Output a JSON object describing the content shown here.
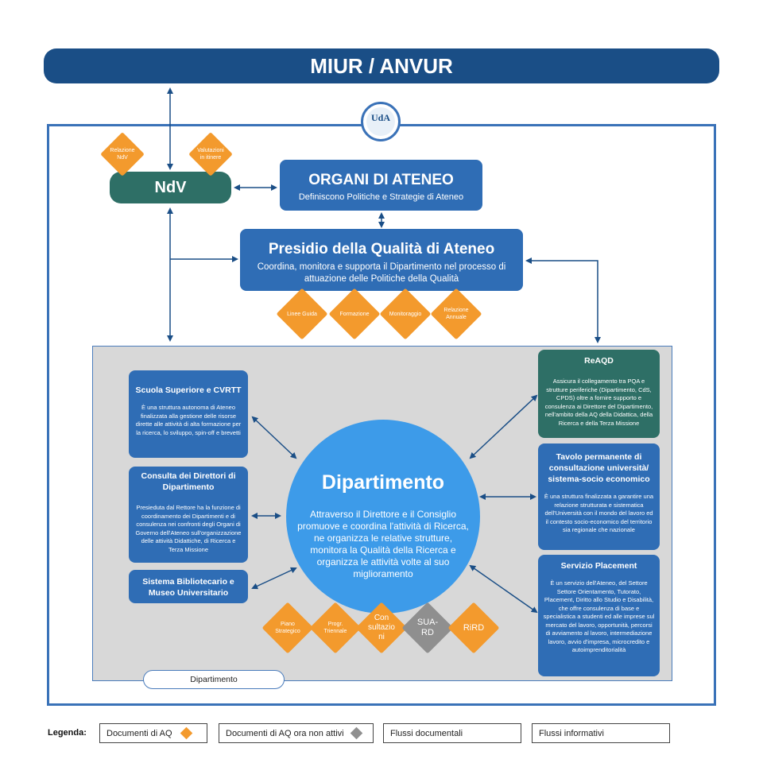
{
  "header": {
    "title": "MIUR / ANVUR"
  },
  "logo": {
    "text": "UdA"
  },
  "ndv": {
    "title": "NdV",
    "docs": [
      "Relazione NdV",
      "Valutazioni in itinere"
    ]
  },
  "organi": {
    "title": "ORGANI DI ATENEO",
    "subtitle": "Definiscono Politiche e Strategie di Ateneo"
  },
  "presidio": {
    "title": "Presidio della Qualità di Ateneo",
    "subtitle": "Coordina, monitora e supporta il Dipartimento nel processo di attuazione delle Politiche della Qualità",
    "docs": [
      "Linee Guida",
      "Formazione",
      "Monitoraggio",
      "Relazione Annuale"
    ]
  },
  "left_boxes": [
    {
      "title": "Scuola Superiore e CVRTT",
      "text": "È una struttura autonoma di Ateneo finalizzata alla gestione delle risorse dirette alle attività di alta formazione per la ricerca, lo sviluppo, spin-off e brevetti"
    },
    {
      "title": "Consulta dei Direttori di Dipartimento",
      "text": "Presieduta dal Rettore ha la funzione di coordinamento dei Dipartimenti e di consulenza nei confronti degli Organi di Governo dell'Ateneo sull'organizzazione delle attività Didattiche, di Ricerca e Terza Missione"
    },
    {
      "title": "Sistema Bibliotecario e Museo Universitario",
      "text": ""
    }
  ],
  "right_boxes": [
    {
      "title": "ReAQD",
      "text": "Assicura il collegamento tra PQA e strutture periferiche (Dipartimento, CdS, CPDS) oltre a fornire supporto e consulenza ai Direttore del Dipartimento, nell'ambito della AQ della Didattica, della Ricerca e della Terza Missione"
    },
    {
      "title": "Tavolo permanente di consultazione università/ sistema-socio economico",
      "text": "È una struttura finalizzata a garantire una relazione strutturata e sistematica dell'Università con il mondo del lavoro ed il contesto socio-economico del territorio sia regionale che nazionale"
    },
    {
      "title": "Servizio Placement",
      "text": "È un servizio dell'Ateneo, del Settore Settore Orientamento, Tutorato, Placement, Diritto allo Studio e Disabilità, che offre consulenza di base e specialistica a studenti ed alle imprese sul mercato del lavoro, opportunità, percorsi di avviamento al lavoro, intermediazione lavoro, avvio d'impresa, microcredito e autoimprenditorialità"
    }
  ],
  "dipartimento": {
    "title": "Dipartimento",
    "text": "Attraverso il Direttore e il Consiglio promuove e coordina l'attività di Ricerca, ne organizza le relative strutture, monitora la Qualità della Ricerca e organizza le attività volte al suo miglioramento",
    "docs": [
      {
        "label": "Piano Strategico",
        "active": true
      },
      {
        "label": "Progr. Triennale",
        "active": true
      },
      {
        "label": "Con sultazio ni",
        "active": true
      },
      {
        "label": "SUA-RD",
        "active": false
      },
      {
        "label": "RiRD",
        "active": true
      }
    ],
    "tab_label": "Dipartimento"
  },
  "legend": {
    "title": "Legenda:",
    "items": [
      "Documenti di AQ",
      "Documenti di AQ ora non attivi",
      "Flussi documentali",
      "Flussi informativi"
    ]
  },
  "colors": {
    "dark_blue": "#1a4e86",
    "blue": "#2f6db5",
    "light_blue": "#3d9be9",
    "green": "#2e6f66",
    "orange": "#f39a2d",
    "grey": "#8f8f8f"
  }
}
